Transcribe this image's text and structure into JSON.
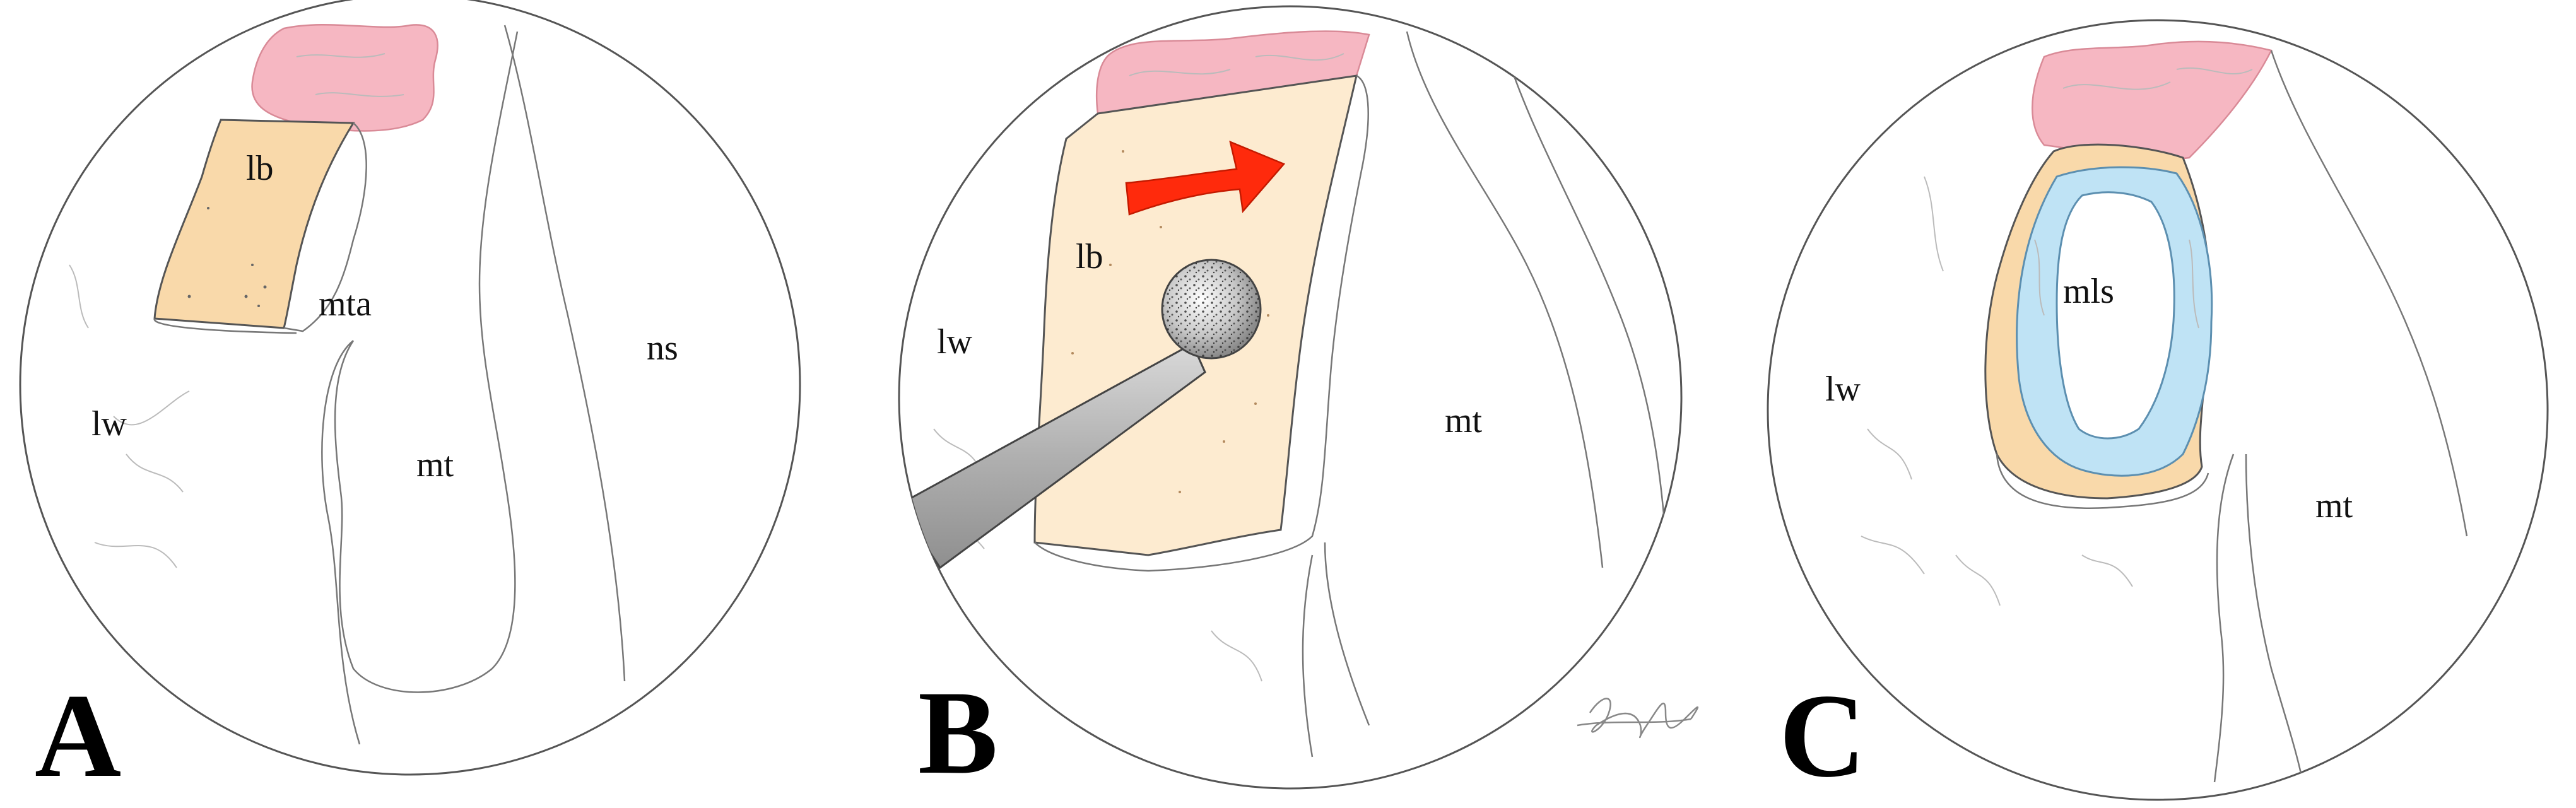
{
  "panels": [
    {
      "letter": "A",
      "labels": {
        "lb": "lb",
        "mta": "mta",
        "lw": "lw",
        "mt": "mt",
        "ns": "ns"
      }
    },
    {
      "letter": "B",
      "labels": {
        "lb": "lb",
        "lw": "lw",
        "mt": "mt"
      }
    },
    {
      "letter": "C",
      "labels": {
        "mls": "mls",
        "lw": "lw",
        "mt": "mt"
      }
    }
  ],
  "colors": {
    "mucosa_pink": "#f6b7c2",
    "bone_orange": "#f9d9aa",
    "bone_light": "#fdebd0",
    "mucosa_blue": "#bfe3f5",
    "arrow_red": "#ff2a0c",
    "drill_gray": "#b5b5b5"
  },
  "icons": [
    "red-arrow-icon",
    "drill-instrument-icon",
    "signature-icon"
  ]
}
